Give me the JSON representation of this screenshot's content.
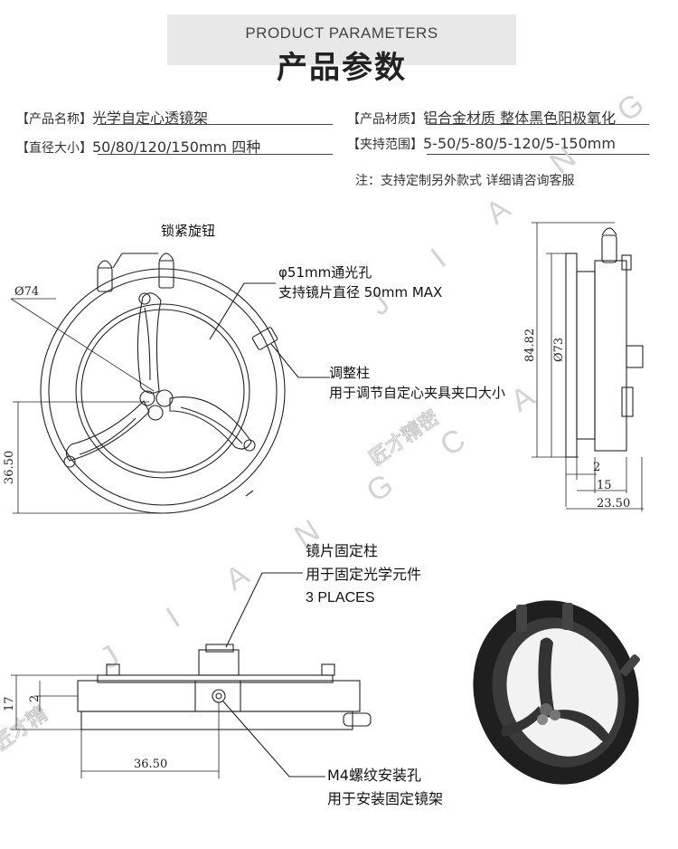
{
  "header": {
    "title_en": "PRODUCT PARAMETERS",
    "title_cn": "产品参数"
  },
  "params": [
    {
      "label": "【产品名称】",
      "value": "光学自定心透镜架"
    },
    {
      "label": "【产品材质】",
      "value": "铝合金材质 整体黑色阳极氧化"
    },
    {
      "label": "【直径大小】",
      "value": "50/80/120/150mm 四种"
    },
    {
      "label": "【夹持范围】",
      "value": "5-50/5-80/5-120/5-150mm"
    }
  ],
  "note": "注：支持定制另外款式 详细请咨询客服",
  "annotations": {
    "lock_knob": "锁紧旋钮",
    "aperture_line1": "φ51mm通光孔",
    "aperture_line2": "支持镜片直径 50mm MAX",
    "adjust_line1": "调整柱",
    "adjust_line2": "用于调节自定心夹具夹口大小",
    "lens_post_line1": "镜片固定柱",
    "lens_post_line2": "用于固定光学元件",
    "lens_post_line3": "3 PLACES",
    "mount_hole_line1": "M4螺纹安装孔",
    "mount_hole_line2": "用于安装固定镜架"
  },
  "dimensions": {
    "d74": "Ø74",
    "d3650_front": "36.50",
    "d8482": "84.82",
    "d73": "Ø73",
    "d2": "2",
    "d15": "15",
    "d2350": "23.50",
    "d17": "17",
    "d3650_bottom": "36.50",
    "d21": "2"
  },
  "watermark": {
    "text": "JIANGCAI",
    "cn": "匠才精密"
  }
}
